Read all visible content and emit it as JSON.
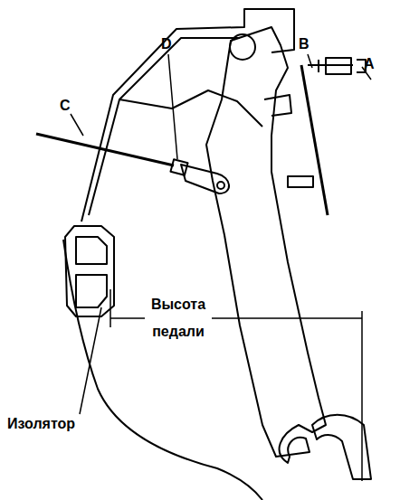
{
  "diagram": {
    "labels": [
      "A",
      "B",
      "C",
      "D",
      "Высота педали",
      "Изолятор"
    ]
  }
}
